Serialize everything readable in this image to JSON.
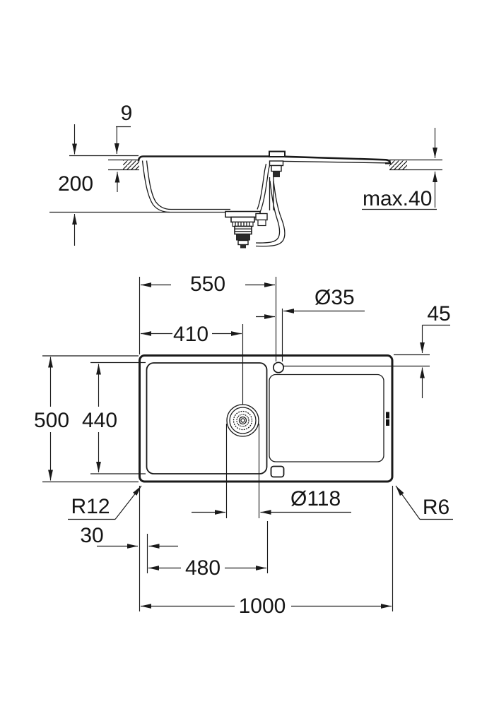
{
  "drawing": {
    "kind": "sink technical dimension drawing",
    "views": [
      "side elevation",
      "plan view"
    ]
  },
  "side_view": {
    "rim_height": "9",
    "bowl_depth": "200",
    "max_counter_thickness": "max.40"
  },
  "plan_view": {
    "tap_center_from_left": "550",
    "tap_hole_diameter": "Ø35",
    "tap_center_from_rear_edge": "45",
    "drain_center_from_left": "410",
    "overall_depth": "500",
    "bowl_inner_depth": "440",
    "bowl_corner_radius": "R12",
    "outer_corner_radius": "R6",
    "bowl_offset_from_left": "30",
    "bowl_inner_width": "480",
    "drain_flange_diameter": "Ø118",
    "overall_width": "1000"
  },
  "colors": {
    "line": "#1a1a1a",
    "background": "#ffffff"
  }
}
